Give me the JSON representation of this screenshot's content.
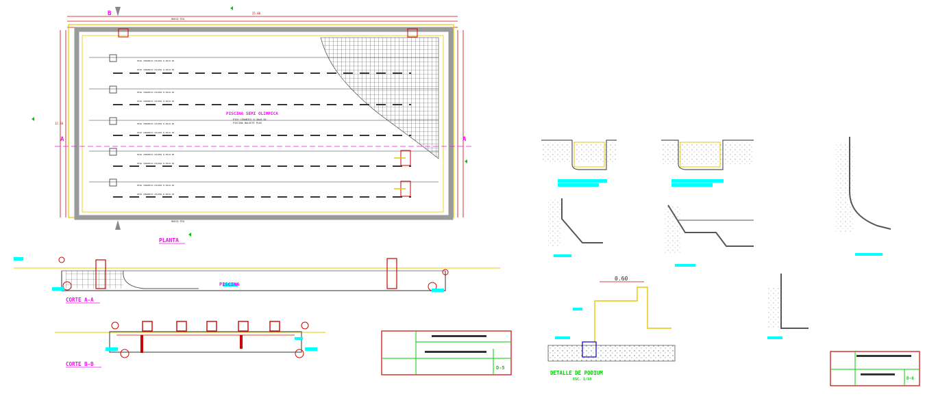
{
  "plan": {
    "title": "PLANTA",
    "pool_label": "PISCINA SEMI OLIMPICA",
    "pool_sub1": "PISO CERAMICO 0.30x0.30",
    "pool_sub2": "PISCINA BALSETE PLUS",
    "hole": "HUECO PIO",
    "dim_top": "25.00",
    "dim_side": "12.50"
  },
  "sections": {
    "a_title": "CORTE A-A",
    "b_title": "CORTE B-B",
    "a_pool": "PISCINA",
    "a_mark": "A",
    "b_mark": "B"
  },
  "details": {
    "podium_title": "DETALLE DE PODIUM",
    "podium_scale": "ESC. 1/10",
    "podium_dim": "0.60"
  },
  "title_blocks": {
    "left_code": "D-5",
    "right_code": "D-6"
  },
  "colors": {
    "wall": "#9a9a9a",
    "dim": "#d00000",
    "grid": "#333333",
    "label": "#ff00ff",
    "accent": "#00ffff",
    "yellow": "#e6c800",
    "green": "#00cc00"
  }
}
